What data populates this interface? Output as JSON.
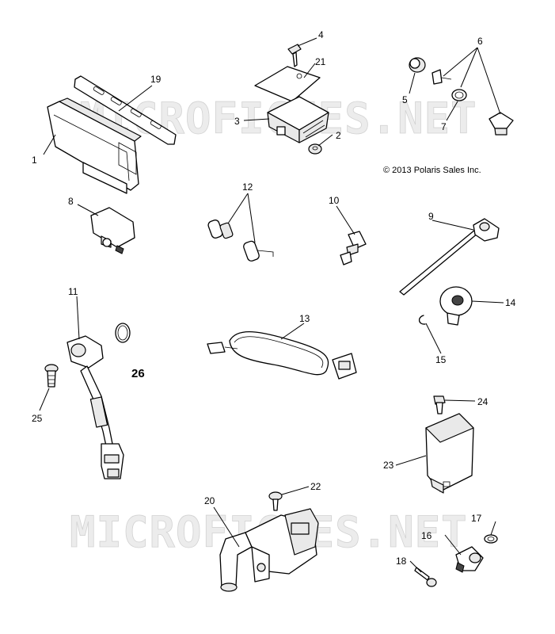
{
  "copyright": "© 2013 Polaris Sales Inc.",
  "watermark_text": "MICROFICHES.NET",
  "callouts": {
    "c1": "1",
    "c2": "2",
    "c3": "3",
    "c4": "4",
    "c5": "5",
    "c6": "6",
    "c7": "7",
    "c8": "8",
    "c9": "9",
    "c10": "10",
    "c11": "11",
    "c12": "12",
    "c13": "13",
    "c14": "14",
    "c15": "15",
    "c16": "16",
    "c17": "17",
    "c18": "18",
    "c19": "19",
    "c20": "20",
    "c21": "21",
    "c22": "22",
    "c23": "23",
    "c24": "24",
    "c25": "25",
    "c26": "26"
  },
  "colors": {
    "line": "#000000",
    "background": "#ffffff",
    "watermark": "#d9d9d9"
  }
}
